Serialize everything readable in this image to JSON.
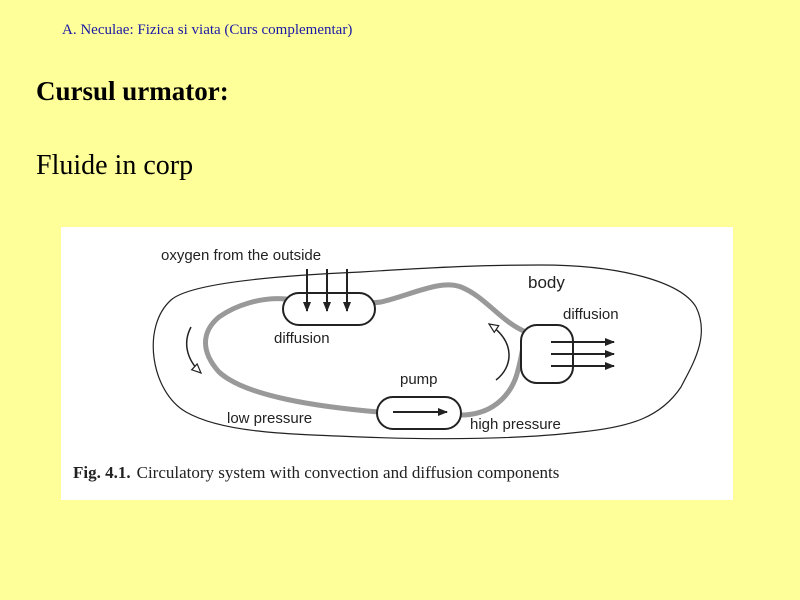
{
  "header": "A. Neculae: Fizica si viata (Curs complementar)",
  "title": "Cursul urmator:",
  "subtitle": "Fluide in corp",
  "figure": {
    "labels": {
      "oxygen": "oxygen from the outside",
      "body": "body",
      "diffusion_left": "diffusion",
      "diffusion_right": "diffusion",
      "pump": "pump",
      "low_pressure": "low pressure",
      "high_pressure": "high pressure"
    },
    "caption_label": "Fig. 4.1.",
    "caption_text": "Circulatory system with convection and diffusion components"
  }
}
